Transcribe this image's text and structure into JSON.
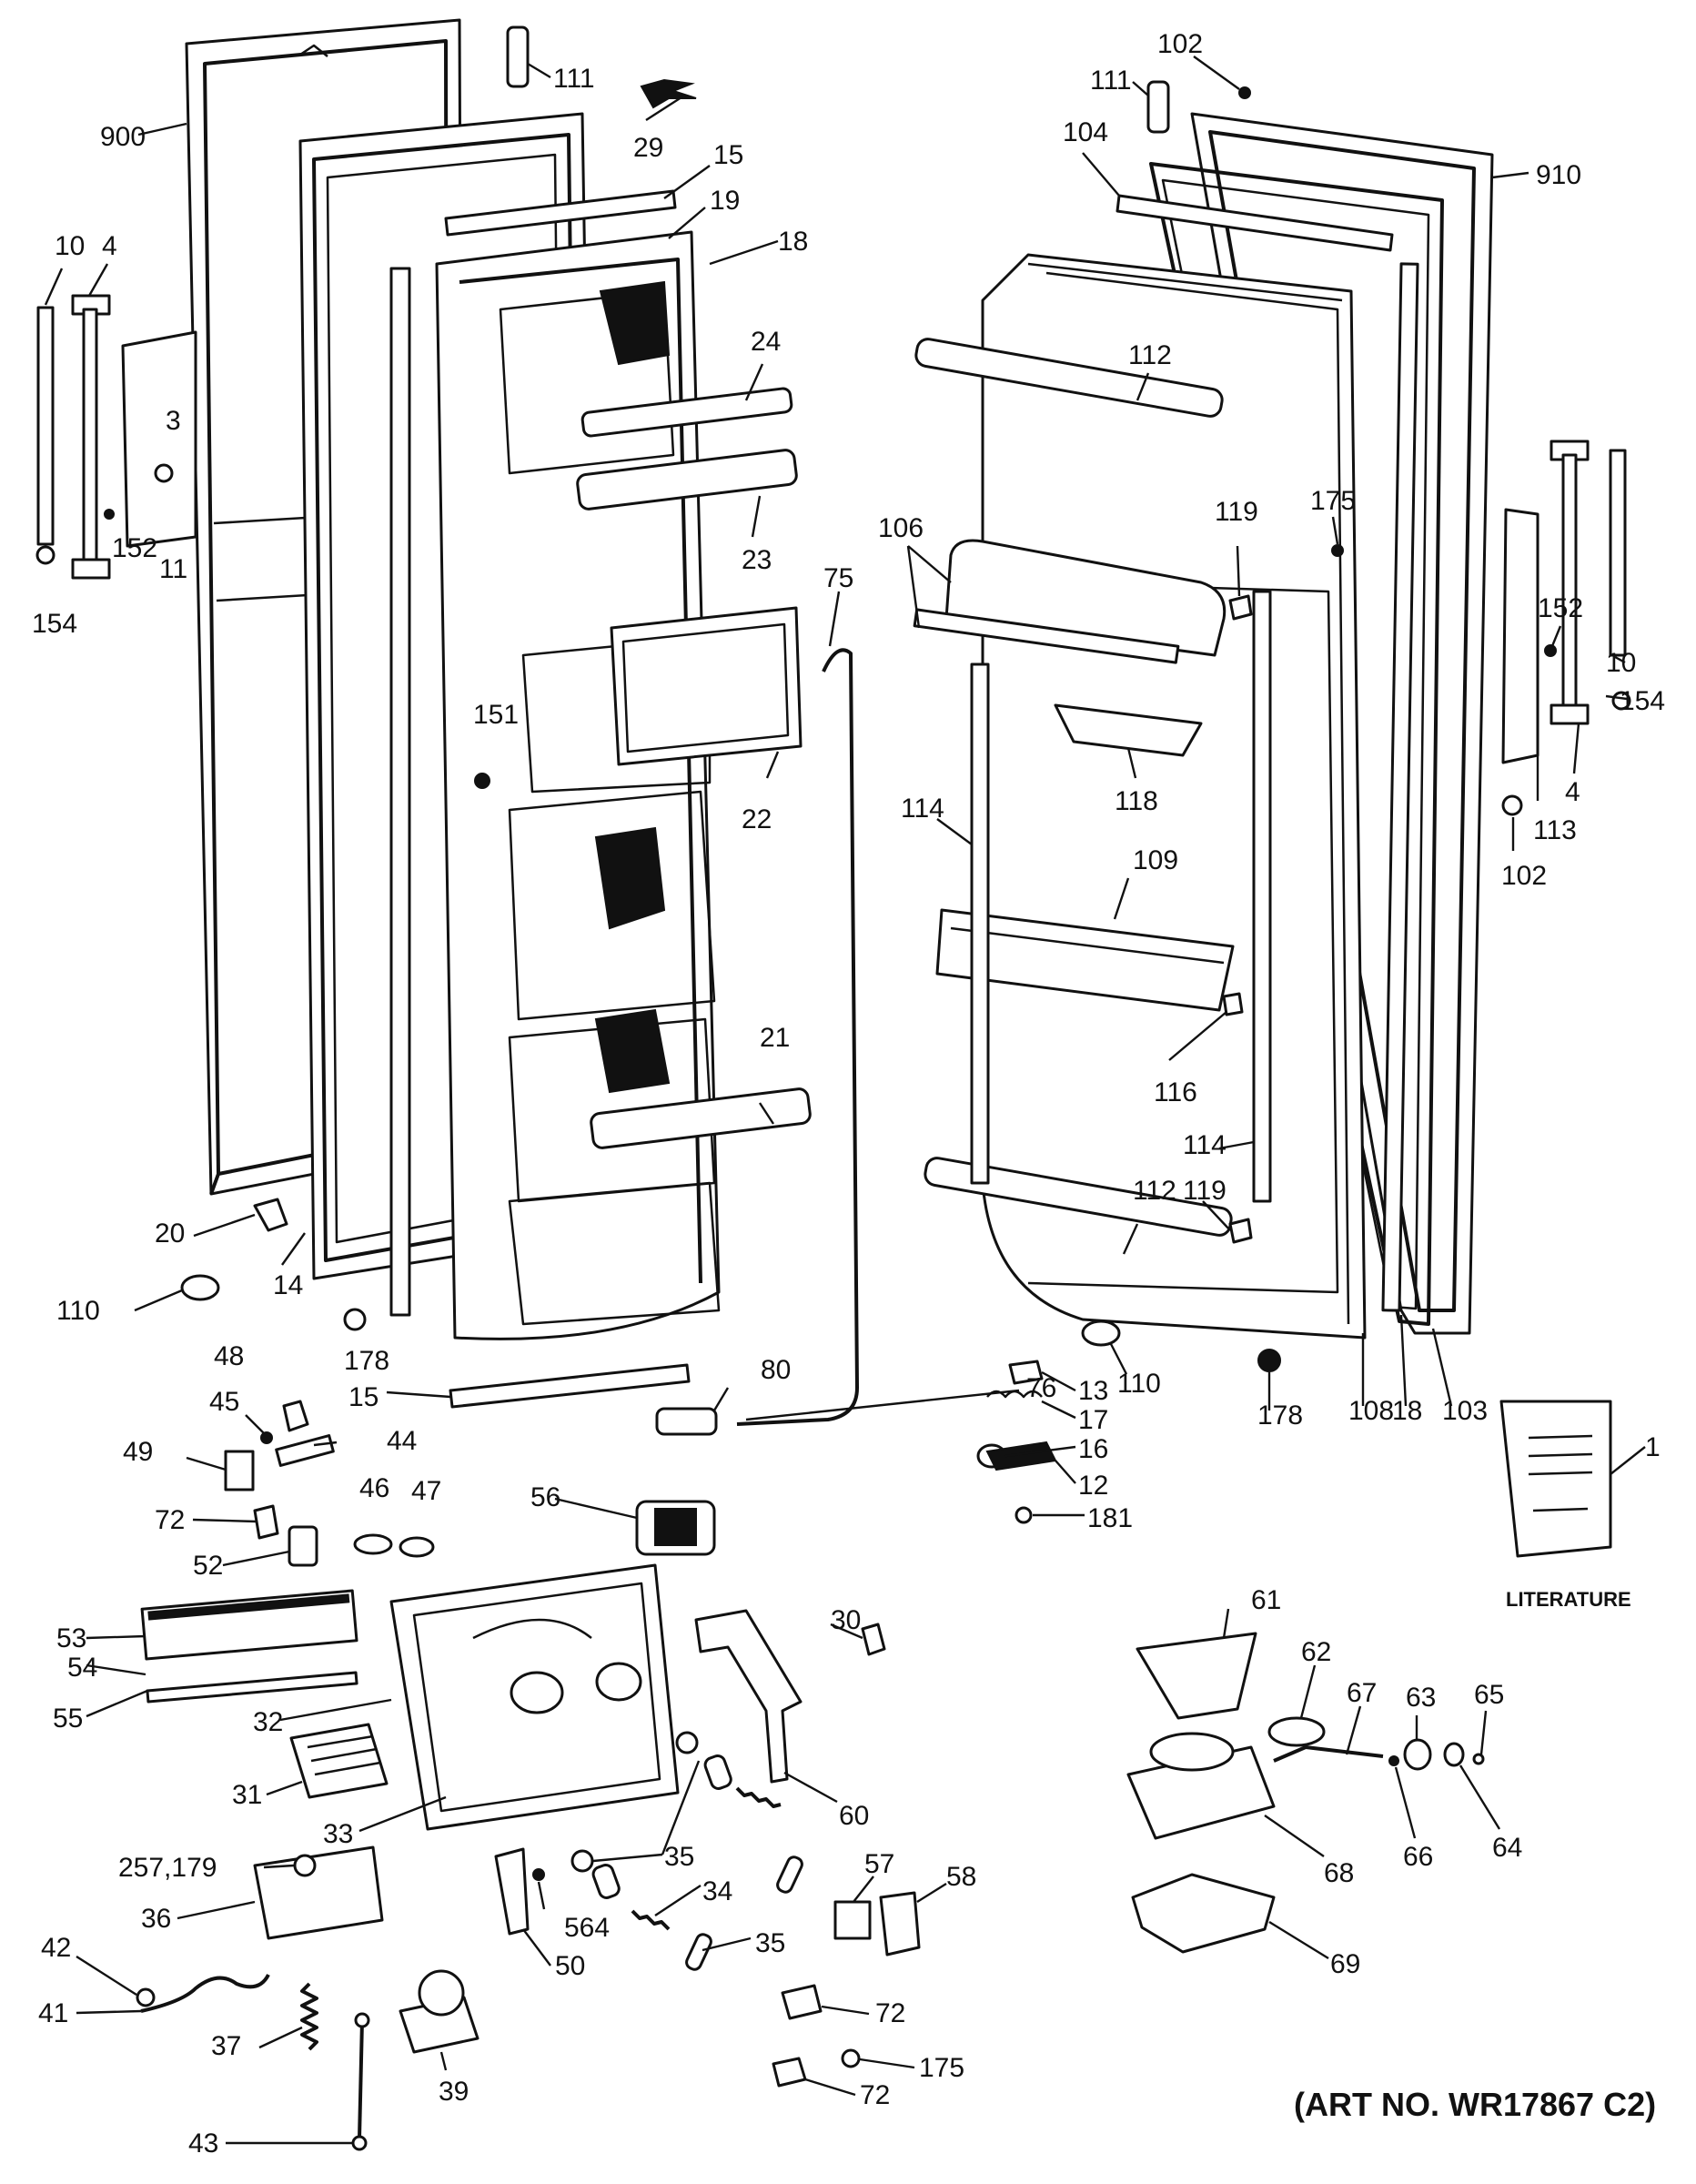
{
  "figure": {
    "art_number": "(ART NO. WR17867 C2)",
    "literature_label": "LITERATURE"
  },
  "parts": [
    {
      "id": "900",
      "label": "900"
    },
    {
      "id": "111a",
      "label": "111"
    },
    {
      "id": "29",
      "label": "29"
    },
    {
      "id": "15a",
      "label": "15"
    },
    {
      "id": "19",
      "label": "19"
    },
    {
      "id": "18a",
      "label": "18"
    },
    {
      "id": "10a",
      "label": "10"
    },
    {
      "id": "4a",
      "label": "4"
    },
    {
      "id": "3",
      "label": "3"
    },
    {
      "id": "24",
      "label": "24"
    },
    {
      "id": "23",
      "label": "23"
    },
    {
      "id": "154a",
      "label": "154"
    },
    {
      "id": "152a",
      "label": "152"
    },
    {
      "id": "11",
      "label": "11"
    },
    {
      "id": "151",
      "label": "151"
    },
    {
      "id": "22",
      "label": "22"
    },
    {
      "id": "21",
      "label": "21"
    },
    {
      "id": "20",
      "label": "20"
    },
    {
      "id": "110a",
      "label": "110"
    },
    {
      "id": "14",
      "label": "14"
    },
    {
      "id": "178a",
      "label": "178"
    },
    {
      "id": "15b",
      "label": "15"
    },
    {
      "id": "48",
      "label": "48"
    },
    {
      "id": "45",
      "label": "45"
    },
    {
      "id": "44",
      "label": "44"
    },
    {
      "id": "49",
      "label": "49"
    },
    {
      "id": "46",
      "label": "46"
    },
    {
      "id": "47",
      "label": "47"
    },
    {
      "id": "72a",
      "label": "72"
    },
    {
      "id": "52",
      "label": "52"
    },
    {
      "id": "56",
      "label": "56"
    },
    {
      "id": "53",
      "label": "53"
    },
    {
      "id": "54",
      "label": "54"
    },
    {
      "id": "55",
      "label": "55"
    },
    {
      "id": "32",
      "label": "32"
    },
    {
      "id": "31",
      "label": "31"
    },
    {
      "id": "33",
      "label": "33"
    },
    {
      "id": "30",
      "label": "30"
    },
    {
      "id": "60",
      "label": "60"
    },
    {
      "id": "257_179",
      "label": "257,179"
    },
    {
      "id": "36",
      "label": "36"
    },
    {
      "id": "35a",
      "label": "35"
    },
    {
      "id": "34",
      "label": "34"
    },
    {
      "id": "564",
      "label": "564"
    },
    {
      "id": "35b",
      "label": "35"
    },
    {
      "id": "50",
      "label": "50"
    },
    {
      "id": "42",
      "label": "42"
    },
    {
      "id": "41",
      "label": "41"
    },
    {
      "id": "37",
      "label": "37"
    },
    {
      "id": "39",
      "label": "39"
    },
    {
      "id": "43",
      "label": "43"
    },
    {
      "id": "57",
      "label": "57"
    },
    {
      "id": "58",
      "label": "58"
    },
    {
      "id": "72b",
      "label": "72"
    },
    {
      "id": "175a",
      "label": "175"
    },
    {
      "id": "72c",
      "label": "72"
    },
    {
      "id": "75",
      "label": "75"
    },
    {
      "id": "80",
      "label": "80"
    },
    {
      "id": "76",
      "label": "76"
    },
    {
      "id": "102a",
      "label": "102"
    },
    {
      "id": "111b",
      "label": "111"
    },
    {
      "id": "104",
      "label": "104"
    },
    {
      "id": "910",
      "label": "910"
    },
    {
      "id": "112a",
      "label": "112"
    },
    {
      "id": "175b",
      "label": "175"
    },
    {
      "id": "106",
      "label": "106"
    },
    {
      "id": "119a",
      "label": "119"
    },
    {
      "id": "152b",
      "label": "152"
    },
    {
      "id": "10b",
      "label": "10"
    },
    {
      "id": "154b",
      "label": "154"
    },
    {
      "id": "4b",
      "label": "4"
    },
    {
      "id": "113",
      "label": "113"
    },
    {
      "id": "102b",
      "label": "102"
    },
    {
      "id": "118",
      "label": "118"
    },
    {
      "id": "114a",
      "label": "114"
    },
    {
      "id": "109",
      "label": "109"
    },
    {
      "id": "116",
      "label": "116"
    },
    {
      "id": "114b",
      "label": "114"
    },
    {
      "id": "119b",
      "label": "119"
    },
    {
      "id": "112b",
      "label": "112"
    },
    {
      "id": "110b",
      "label": "110"
    },
    {
      "id": "178b",
      "label": "178"
    },
    {
      "id": "108",
      "label": "108"
    },
    {
      "id": "18b",
      "label": "18"
    },
    {
      "id": "103",
      "label": "103"
    },
    {
      "id": "13",
      "label": "13"
    },
    {
      "id": "17",
      "label": "17"
    },
    {
      "id": "16",
      "label": "16"
    },
    {
      "id": "12",
      "label": "12"
    },
    {
      "id": "181",
      "label": "181"
    },
    {
      "id": "1",
      "label": "1"
    },
    {
      "id": "61",
      "label": "61"
    },
    {
      "id": "62",
      "label": "62"
    },
    {
      "id": "67",
      "label": "67"
    },
    {
      "id": "63",
      "label": "63"
    },
    {
      "id": "65",
      "label": "65"
    },
    {
      "id": "66",
      "label": "66"
    },
    {
      "id": "64",
      "label": "64"
    },
    {
      "id": "68",
      "label": "68"
    },
    {
      "id": "69",
      "label": "69"
    }
  ]
}
